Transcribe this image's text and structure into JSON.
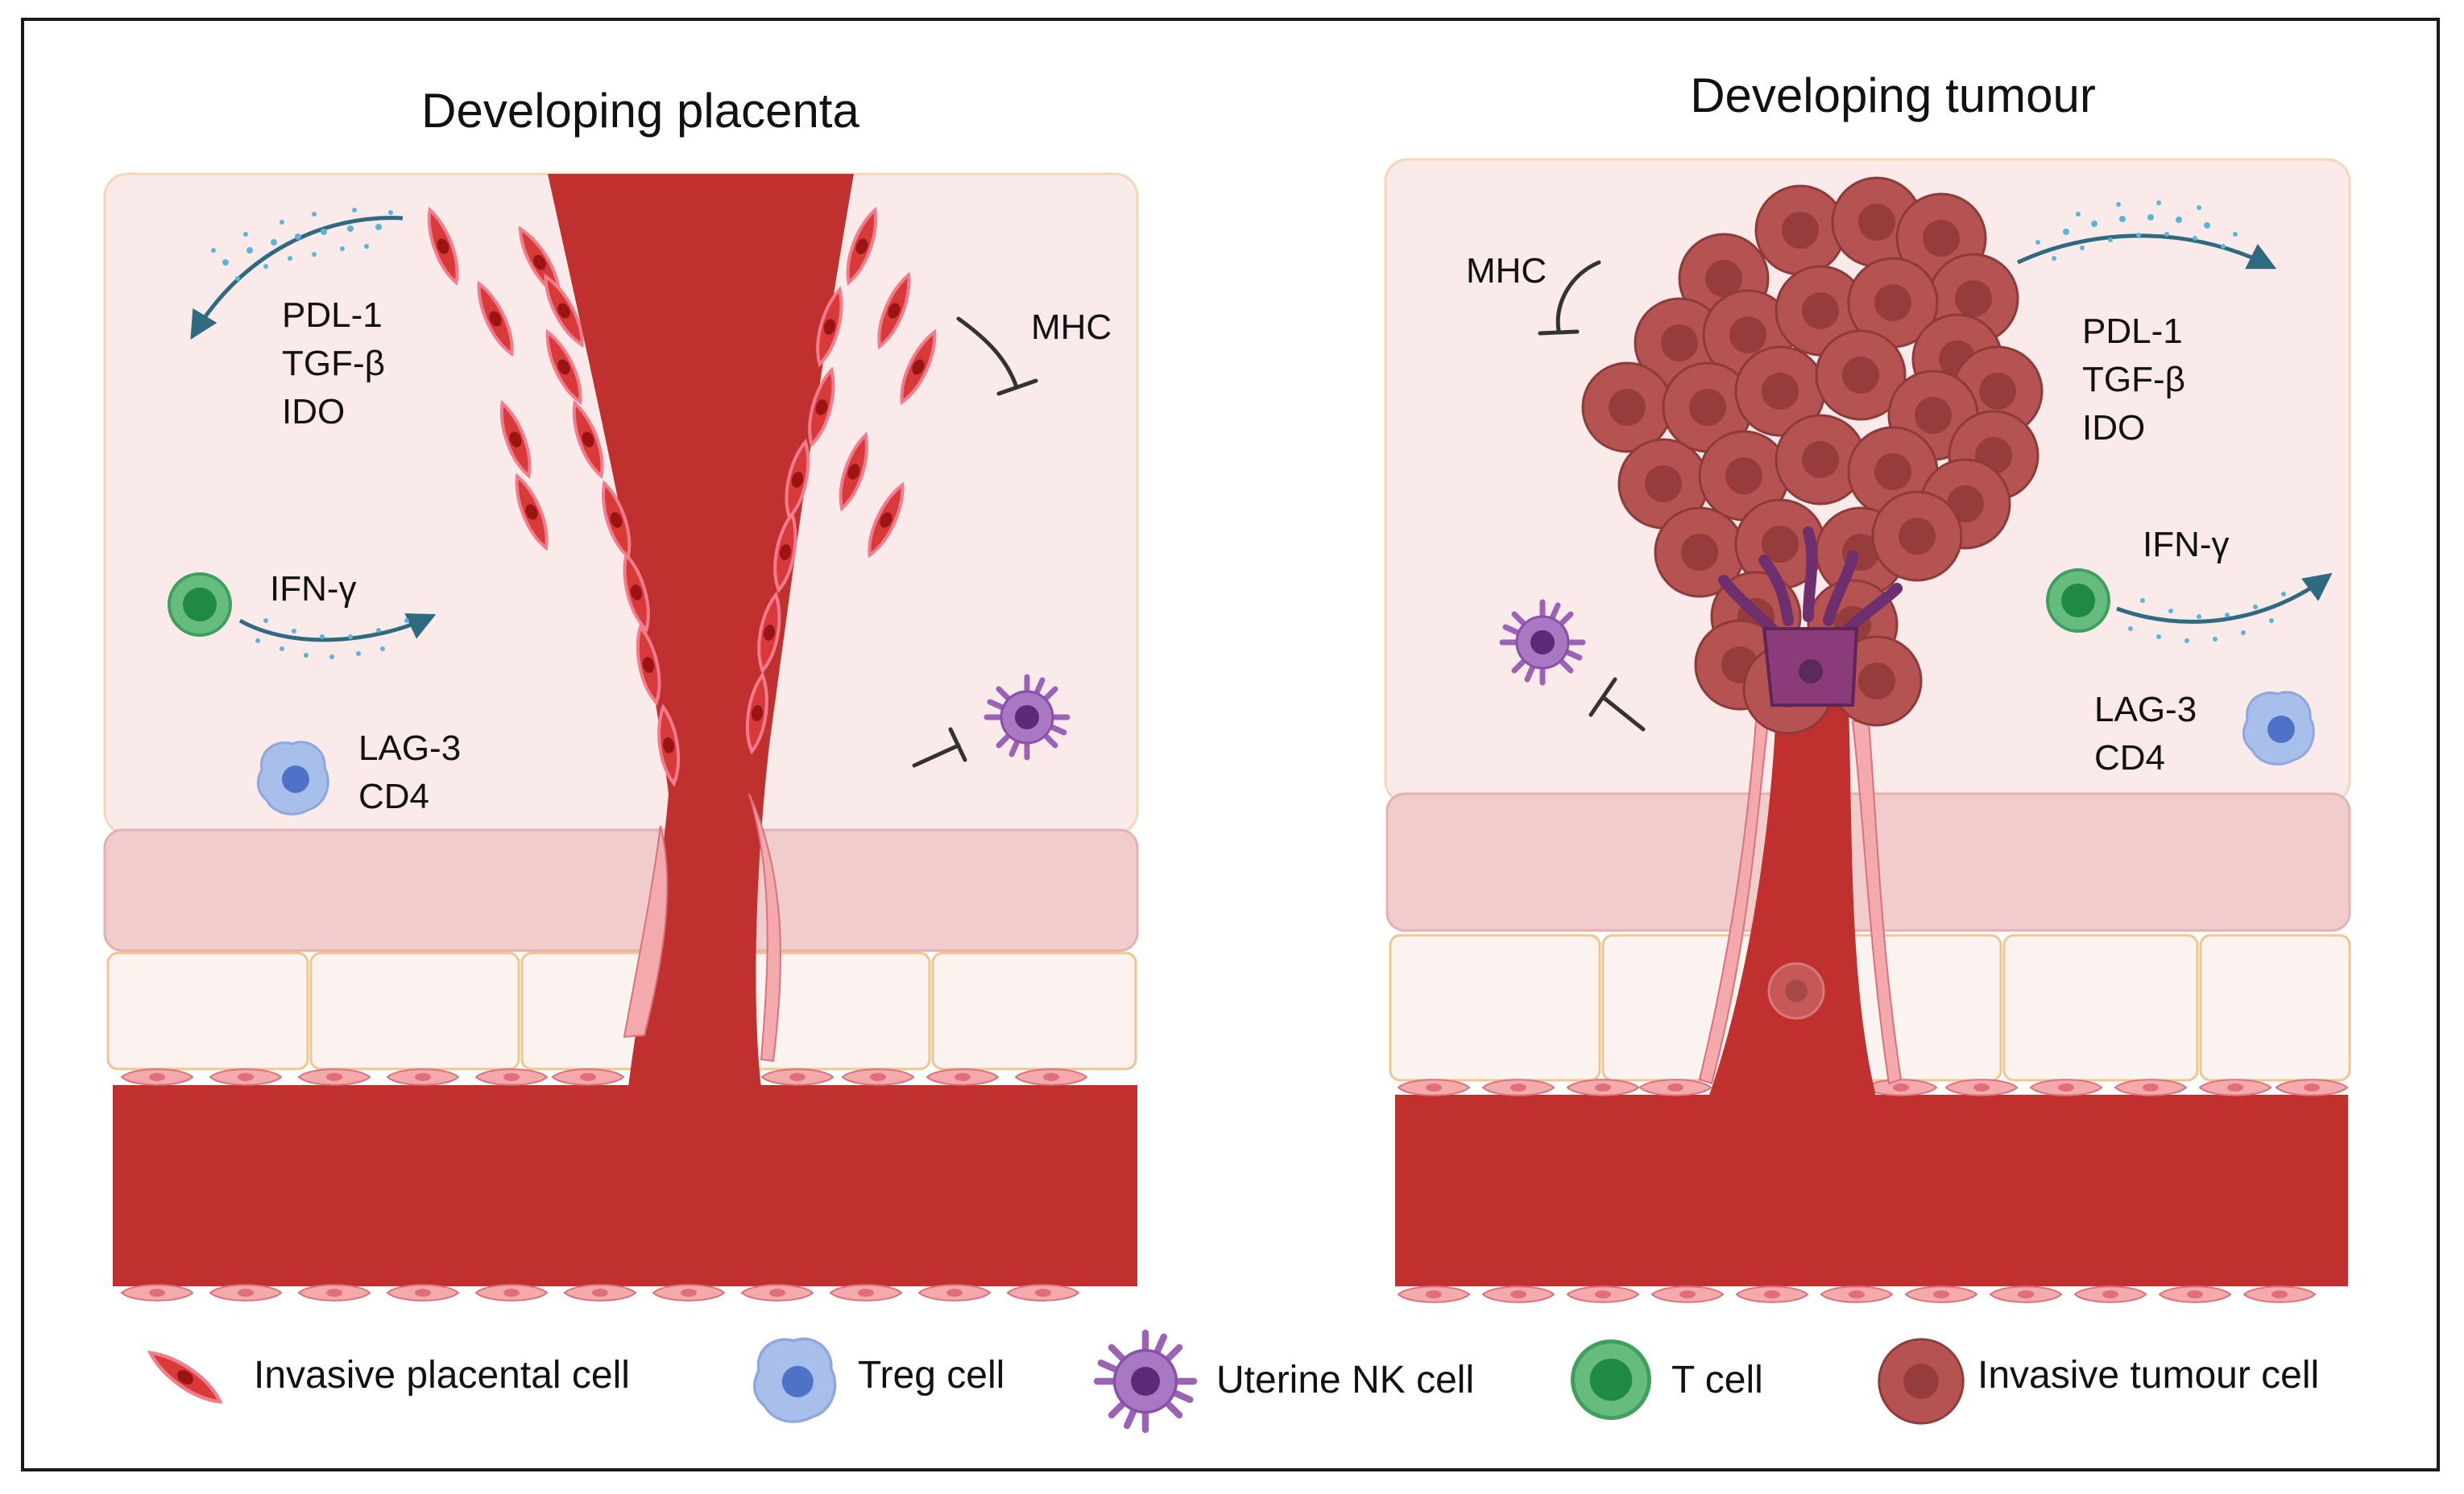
{
  "panels": {
    "placenta": {
      "title": "Developing placenta",
      "factors": [
        "PDL-1",
        "TGF-β",
        "IDO"
      ],
      "mhc": "MHC",
      "ifn": "IFN-γ",
      "treg_markers": [
        "LAG-3",
        "CD4"
      ]
    },
    "tumour": {
      "title": "Developing tumour",
      "factors": [
        "PDL-1",
        "TGF-β",
        "IDO"
      ],
      "mhc": "MHC",
      "ifn": "IFN-γ",
      "treg_markers": [
        "LAG-3",
        "CD4"
      ]
    }
  },
  "legend": [
    {
      "icon": "invasive-placental-cell-icon",
      "label": "Invasive placental cell"
    },
    {
      "icon": "treg-cell-icon",
      "label": "Treg cell"
    },
    {
      "icon": "uterine-nk-cell-icon",
      "label": "Uterine NK cell"
    },
    {
      "icon": "t-cell-icon",
      "label": "T cell"
    },
    {
      "icon": "invasive-tumour-cell-icon",
      "label": "Invasive tumour cell"
    }
  ],
  "colors": {
    "decidua": "#fbeaea",
    "decidua_border": "#f3d7b6",
    "muscle_layer": "#f0cccc",
    "stromal_cell": "#fbf3ef",
    "vessel": "#bf302f",
    "endothelium": "#f4a9ad",
    "placental_cell": "#d83a3a",
    "tumour_cell": "#b55252",
    "tumour_nucleus": "#973c3c",
    "treg": "#a9bfeb",
    "nk": "#9a63b6",
    "t_cell": "#66bb7e",
    "arrow": "#2f6b80",
    "dots": "#5bb5d9"
  }
}
